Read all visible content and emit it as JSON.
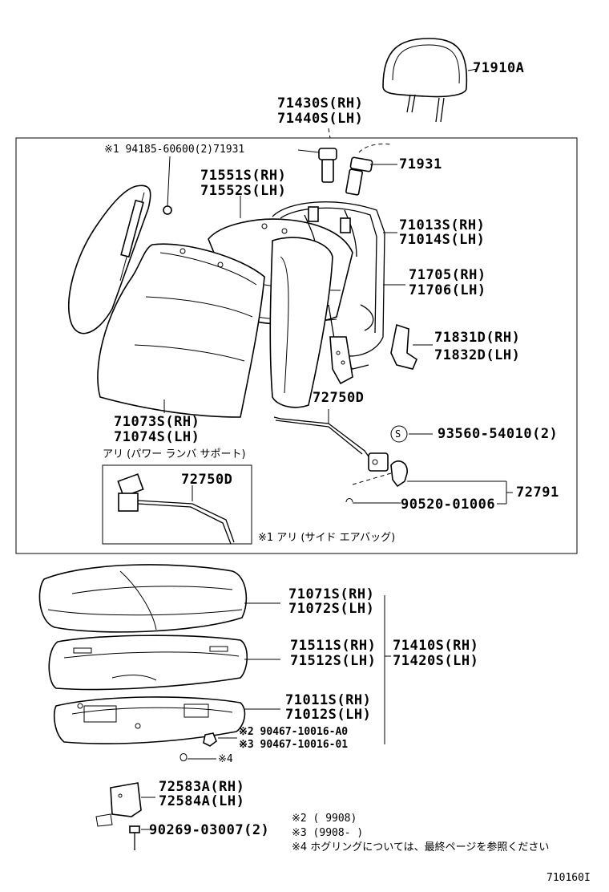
{
  "labels": {
    "headrest": "71910A",
    "back_assy_rh": "71430S(RH)",
    "back_assy_lh": "71440S(LH)",
    "clip_bolt": "※1 94185-60600(2)71931",
    "support_left": "71931",
    "support_right": "71931",
    "pad_rh": "71551S(RH)",
    "pad_lh": "71552S(LH)",
    "frame_rh": "71013S(RH)",
    "frame_lh": "71014S(LH)",
    "spring_rh": "71705(RH)",
    "spring_lh": "71706(LH)",
    "board_rh": "71831D(RH)",
    "board_lh": "71832D(LH)",
    "lumbar_rod": "72750D",
    "cover_back_rh": "71073S(RH)",
    "cover_back_lh": "71074S(LH)",
    "power_lumbar_note": "アリ (パワー ランバ サポート)",
    "screw": "93560-54010(2)",
    "screw_symbol": "S",
    "lever_set": "72791",
    "clip": "90520-01006",
    "inset_rod": "72750D",
    "airbag_note": "※1 アリ (サイド エアバッグ)",
    "cushion_cover_rh": "71071S(RH)",
    "cushion_cover_lh": "71072S(LH)",
    "cushion_pad_rh": "71511S(RH)",
    "cushion_pad_lh": "71512S(LH)",
    "cushion_assy_rh": "71410S(RH)",
    "cushion_assy_lh": "71420S(LH)",
    "cushion_frame_rh": "71011S(RH)",
    "cushion_frame_lh": "71012S(LH)",
    "hog_ring_a0": "※2 90467-10016-A0",
    "hog_ring_01": "※3 90467-10016-01",
    "hog_ring_note_ref": "※4",
    "bracket_rh": "72583A(RH)",
    "bracket_lh": "72584A(LH)",
    "bolt": "90269-03007(2)",
    "note2": "※2 (     9908)",
    "note3": "※3 (9908-     )",
    "note4": "※4 ホグリングについては、最終ページを参照ください",
    "figure_id": "710160I"
  }
}
